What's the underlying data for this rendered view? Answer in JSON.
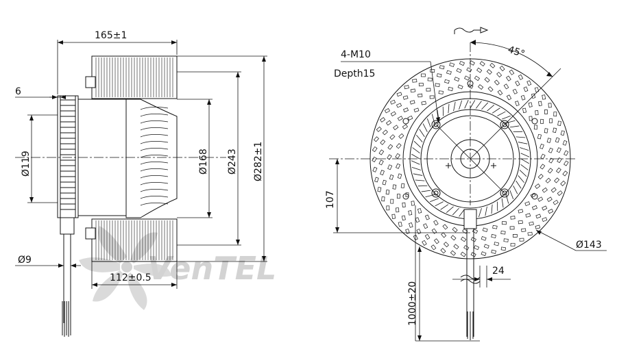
{
  "side_view": {
    "overall_length": "165±1",
    "hub_length": "112±0.5",
    "flange_thickness": "6",
    "motor_diameter": "Ø119",
    "inlet_diameter": "Ø168",
    "impeller_diameter": "Ø243",
    "outer_diameter": "Ø282±1",
    "cable_diameter": "Ø9"
  },
  "front_view": {
    "thread_spec": "4-M10",
    "thread_depth": "Depth15",
    "angle": "45°",
    "offset": "107",
    "bolt_circle": "Ø143",
    "cable_length": "1000±20",
    "cable_offset": "24"
  },
  "watermark": {
    "brand": "VenTEL"
  },
  "colors": {
    "line": "#111111",
    "watermark_gray": "#c8c8c8",
    "watermark_blue": "#9fc7ea"
  }
}
